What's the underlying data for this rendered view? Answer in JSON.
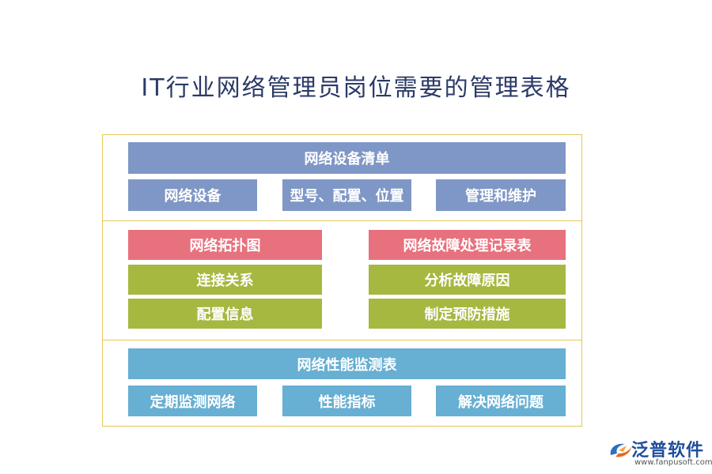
{
  "title": "IT行业网络管理员岗位需要的管理表格",
  "section1": {
    "header": "网络设备清单",
    "items": [
      "网络设备",
      "型号、配置、位置",
      "管理和维护"
    ]
  },
  "section2": {
    "left": {
      "header": "网络拓扑图",
      "items": [
        "连接关系",
        "配置信息"
      ]
    },
    "right": {
      "header": "网络故障处理记录表",
      "items": [
        "分析故障原因",
        "制定预防措施"
      ]
    }
  },
  "section3": {
    "header": "网络性能监测表",
    "items": [
      "定期监测网络",
      "性能指标",
      "解决网络问题"
    ]
  },
  "logo": {
    "name": "泛普软件",
    "url": "www.fanpusoft.com"
  },
  "colors": {
    "purple": "#7f97c6",
    "red": "#e8717e",
    "olive": "#a7b840",
    "blue": "#67afd3",
    "frame": "#e6c65a"
  }
}
